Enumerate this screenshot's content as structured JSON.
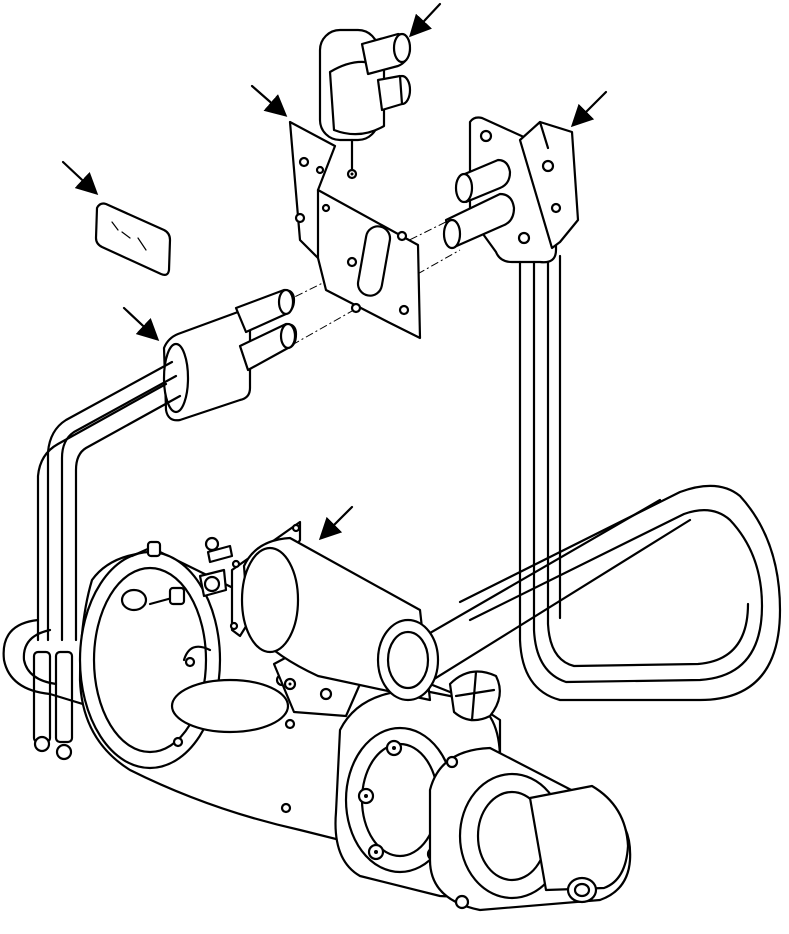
{
  "figure": {
    "callout_arrows": [
      {
        "id": "arrow-wire-clip"
      },
      {
        "id": "arrow-mounting-bracket"
      },
      {
        "id": "arrow-insulator-bracket"
      },
      {
        "id": "arrow-label-decal"
      },
      {
        "id": "arrow-connector-boot"
      },
      {
        "id": "arrow-starter-solenoid"
      }
    ],
    "parts": [
      {
        "id": "wire-clip"
      },
      {
        "id": "mounting-bracket"
      },
      {
        "id": "insulator-bracket"
      },
      {
        "id": "label-decal"
      },
      {
        "id": "connector-boot"
      },
      {
        "id": "starter-motor"
      },
      {
        "id": "starter-solenoid"
      },
      {
        "id": "wiring-harness"
      }
    ]
  }
}
